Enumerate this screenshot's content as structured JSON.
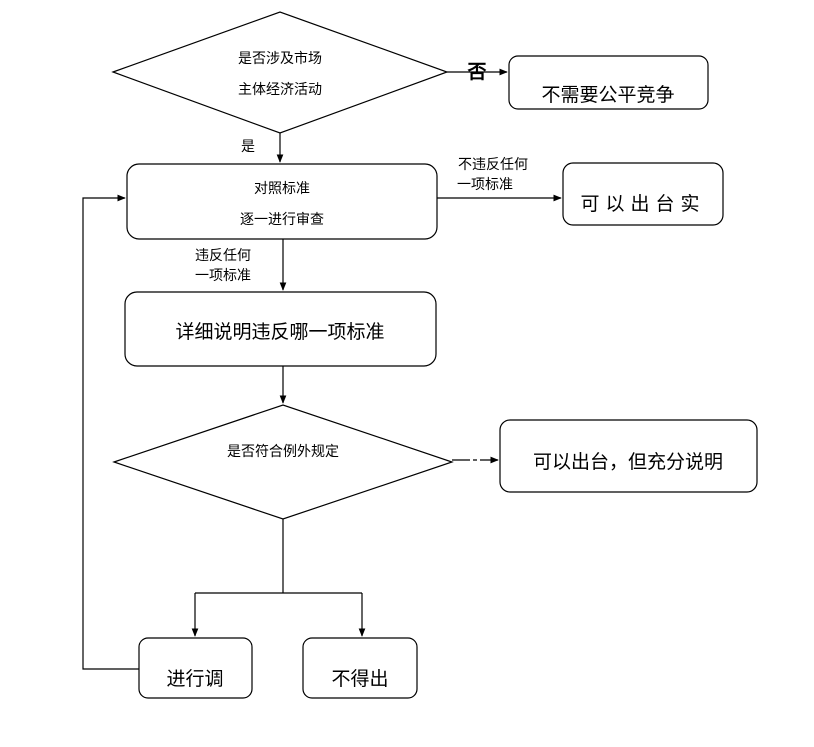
{
  "nodes": {
    "d1_line1": "是否涉及市场",
    "d1_line2": "主体经济活动",
    "no_competition": "不需要公平竞争",
    "check_line1": "对照标准",
    "check_line2": "逐一进行审查",
    "can_issue": "可以出台实",
    "explain": "详细说明违反哪一项标准",
    "d2": "是否符合例外规定",
    "can_issue_explain": "可以出台，但充分说明",
    "adjust": "进行调",
    "cannot": "不得出"
  },
  "edges": {
    "no": "否",
    "yes": "是",
    "not_violate_line1": "不违反任何",
    "not_violate_line2": "一项标准",
    "violate_line1": "违反任何",
    "violate_line2": "一项标准"
  }
}
